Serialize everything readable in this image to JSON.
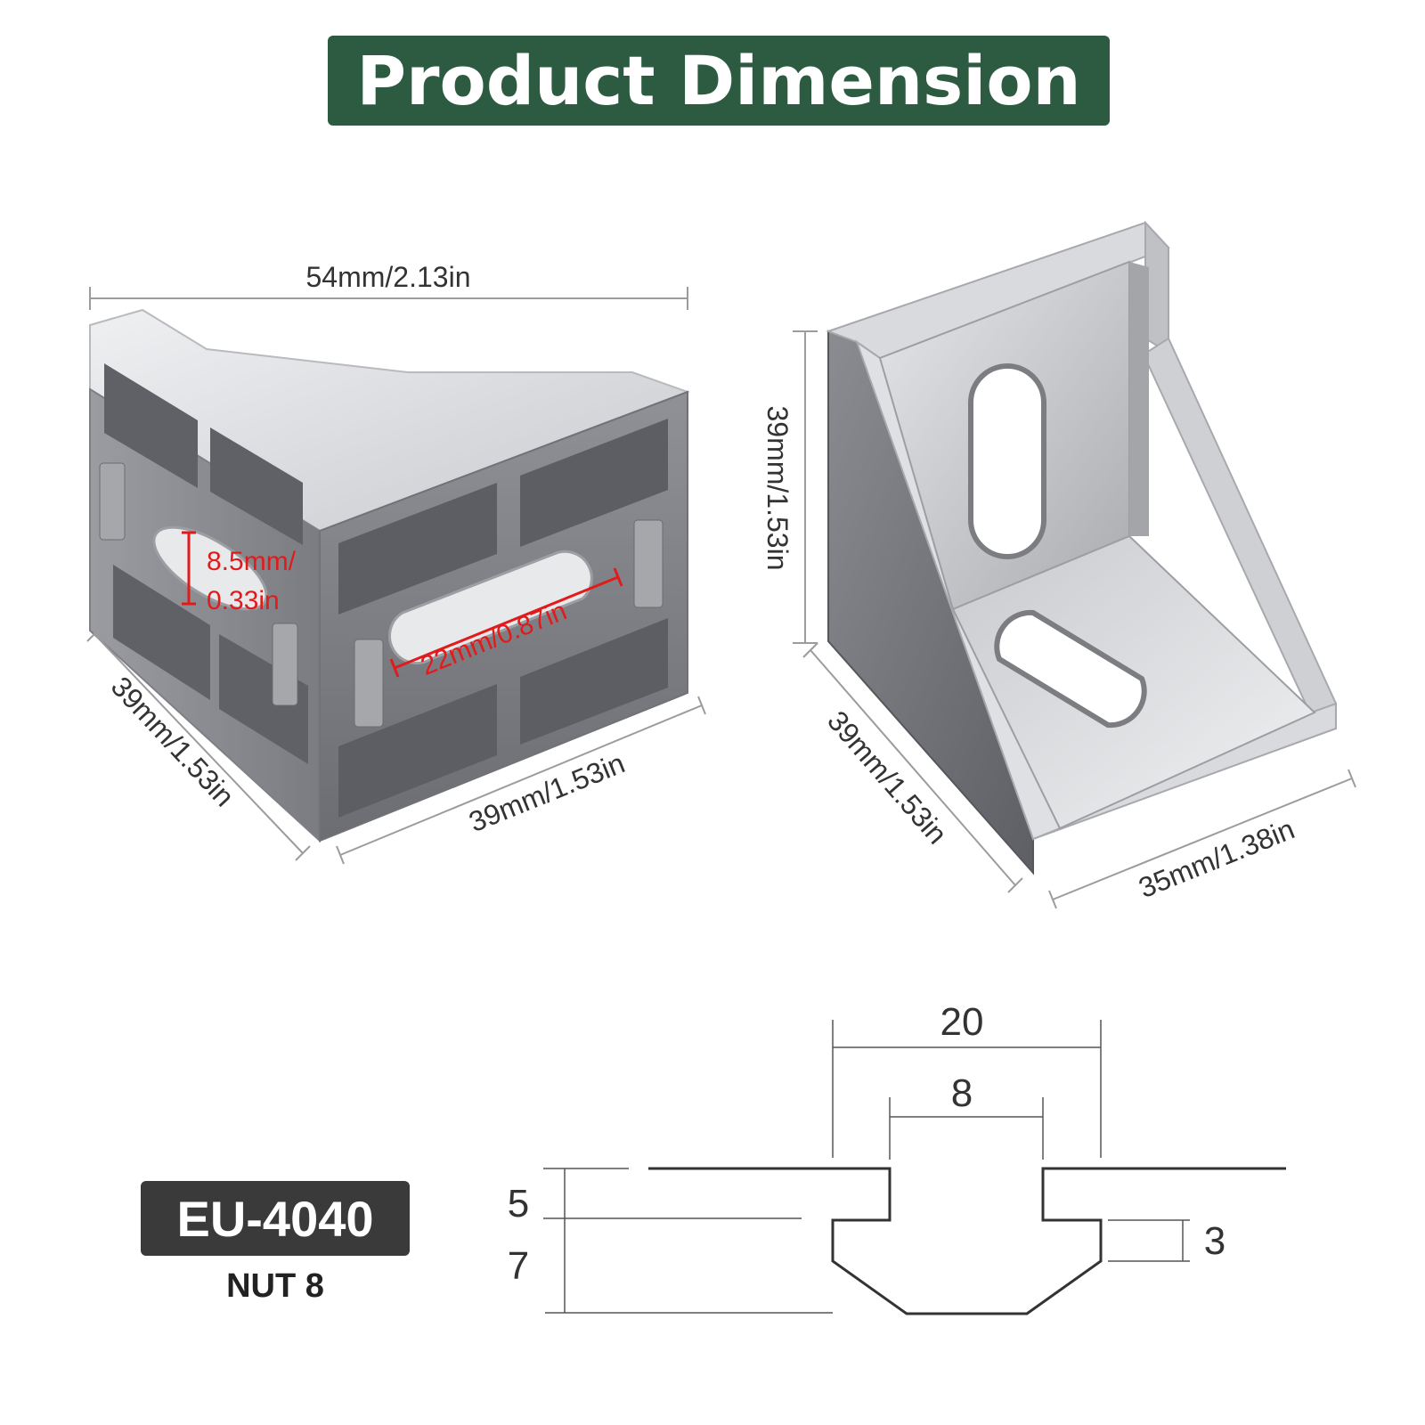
{
  "title": "Product Dimension",
  "colors": {
    "banner": "#2c5b41",
    "badge": "#3a3a3a",
    "dimension_red": "#e11b1b",
    "metal_light": "#d4d5d8",
    "metal_dark": "#6e7075"
  },
  "left_bracket": {
    "top_width": "54mm/2.13in",
    "slot_height": "8.5mm/",
    "slot_height_in": "0.33in",
    "slot_length": "22mm/0.87in",
    "left_depth": "39mm/1.53in",
    "bottom_width": "39mm/1.53in"
  },
  "right_bracket": {
    "height": "39mm/1.53in",
    "depth": "39mm/1.53in",
    "width": "35mm/1.38in"
  },
  "profile": {
    "model": "EU-4040",
    "nut": "NUT 8",
    "dim_top": "20",
    "dim_slot": "8",
    "dim_depth1": "5",
    "dim_depth2": "7",
    "dim_lip": "3"
  }
}
